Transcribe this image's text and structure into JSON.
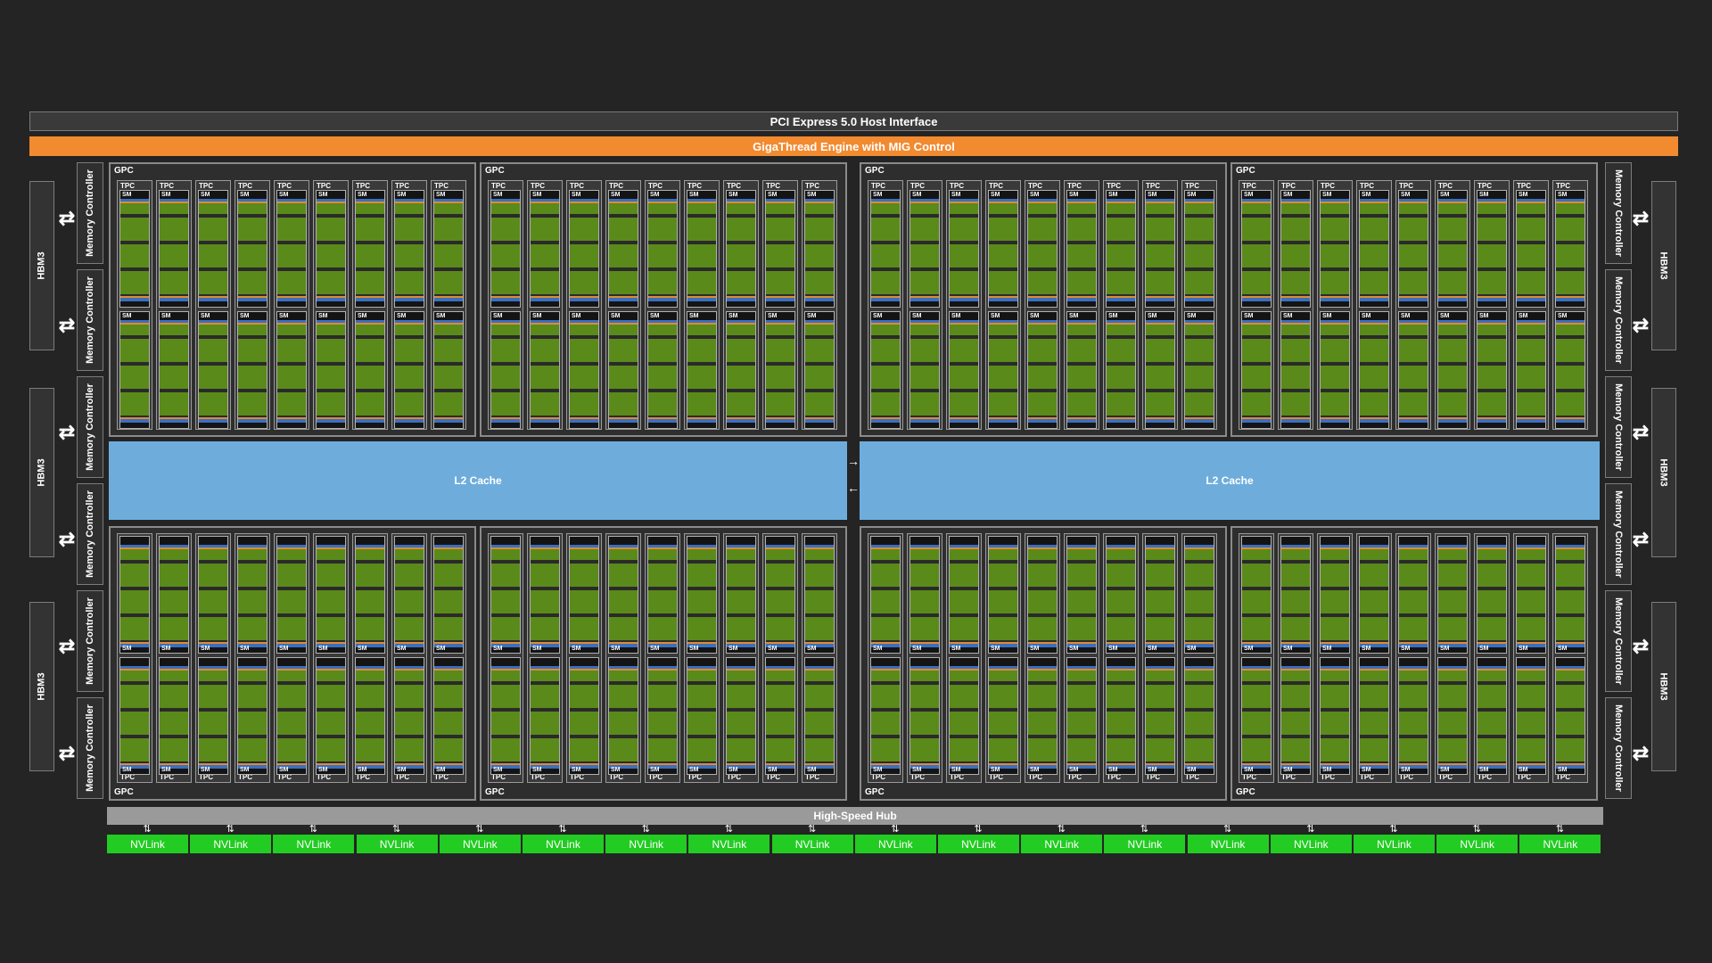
{
  "pcie_label": "PCI Express 5.0 Host Interface",
  "gigathread_label": "GigaThread Engine with MIG Control",
  "hbm_label": "HBM3",
  "memory_controller_label": "Memory Controller",
  "gpc_label": "GPC",
  "tpc_label": "TPC",
  "sm_label": "SM",
  "l2_label": "L2 Cache",
  "hub_label": "High-Speed Hub",
  "nvlink_label": "NVLink",
  "gpc_rows": [
    "top",
    "bottom"
  ],
  "gpcs_per_row": 4,
  "tpcs_per_gpc": 9,
  "sms_per_tpc": 2,
  "hbm_stacks_per_side": 3,
  "memory_controllers_per_side": 6,
  "nvlink_count": 18,
  "colors": {
    "background": "#242424",
    "gigathread": "#f28a30",
    "l2_cache": "#6eaddb",
    "nvlink": "#22cc22",
    "sm_core": "#5a8a1a",
    "hub": "#9a9a9a"
  }
}
